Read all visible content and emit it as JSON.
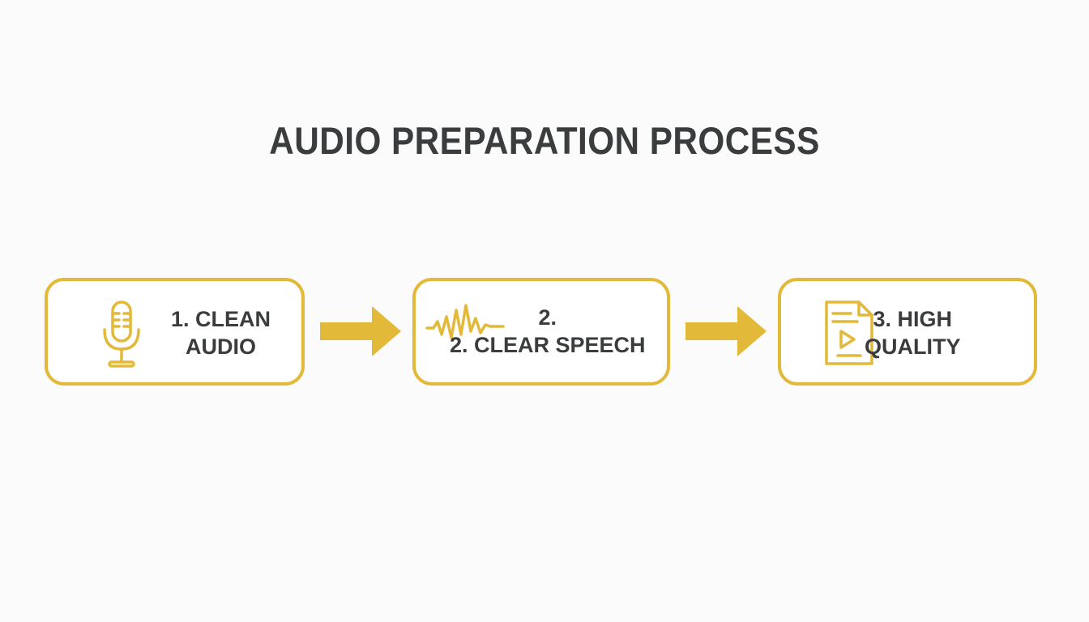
{
  "title": "AUDIO PREPARATION PROCESS",
  "steps": [
    {
      "line1": "1. CLEAN",
      "line2": "AUDIO",
      "icon": "microphone-icon"
    },
    {
      "line1": "2.",
      "line2": "2. CLEAR SPEECH",
      "icon": "waveform-icon"
    },
    {
      "line1": "3. HIGH",
      "line2": "QUALITY",
      "icon": "video-file-icon"
    }
  ],
  "colors": {
    "accent": "#e3b93a",
    "text": "#3a3c3d",
    "background": "#fafbfa"
  }
}
